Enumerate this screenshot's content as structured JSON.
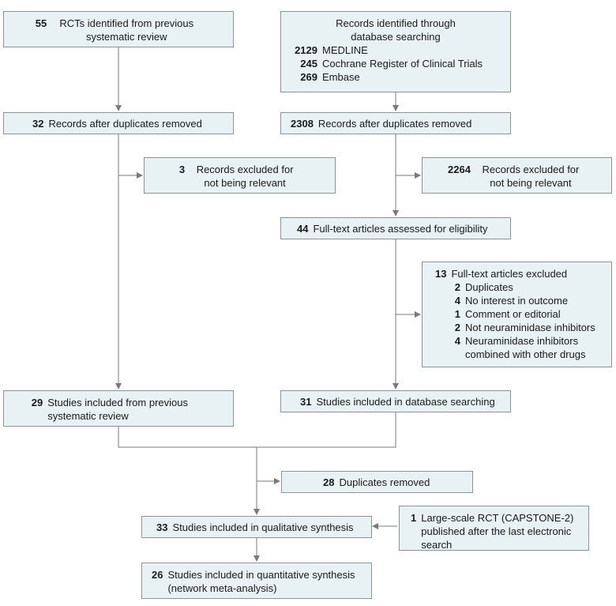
{
  "boxes": {
    "prev_review": {
      "num": "55",
      "text": "RCTs identified from previous systematic review"
    },
    "db_search": {
      "title": "Records identified through database searching",
      "items": [
        {
          "num": "2129",
          "label": "MEDLINE"
        },
        {
          "num": "245",
          "label": "Cochrane Register of Clinical Trials"
        },
        {
          "num": "269",
          "label": "Embase"
        }
      ]
    },
    "left_dedup": {
      "num": "32",
      "text": "Records after duplicates removed"
    },
    "right_dedup": {
      "num": "2308",
      "text": "Records after duplicates removed"
    },
    "left_excluded": {
      "num": "3",
      "text": "Records excluded for not being relevant"
    },
    "right_excluded": {
      "num": "2264",
      "text": "Records excluded for not being relevant"
    },
    "fulltext": {
      "num": "44",
      "text": "Full-text articles assessed for eligibility"
    },
    "fulltext_excluded": {
      "num": "13",
      "title": "Full-text articles excluded",
      "items": [
        {
          "num": "2",
          "label": "Duplicates"
        },
        {
          "num": "4",
          "label": "No interest in outcome"
        },
        {
          "num": "1",
          "label": "Comment or editorial"
        },
        {
          "num": "2",
          "label": "Not neuraminidase inhibitors"
        },
        {
          "num": "4",
          "label": "Neuraminidase inhibitors combined with other drugs"
        }
      ]
    },
    "left_included": {
      "num": "29",
      "text": "Studies included from previous systematic review"
    },
    "right_included": {
      "num": "31",
      "text": "Studies included in database searching"
    },
    "duplicates": {
      "num": "28",
      "text": "Duplicates removed"
    },
    "capstone": {
      "num": "1",
      "text": "Large-scale RCT (CAPSTONE-2) published after the last electronic search"
    },
    "qualitative": {
      "num": "33",
      "text": "Studies included in qualitative synthesis"
    },
    "quantitative": {
      "num": "26",
      "text": "Studies included in quantitative synthesis (network meta-analysis)"
    }
  }
}
